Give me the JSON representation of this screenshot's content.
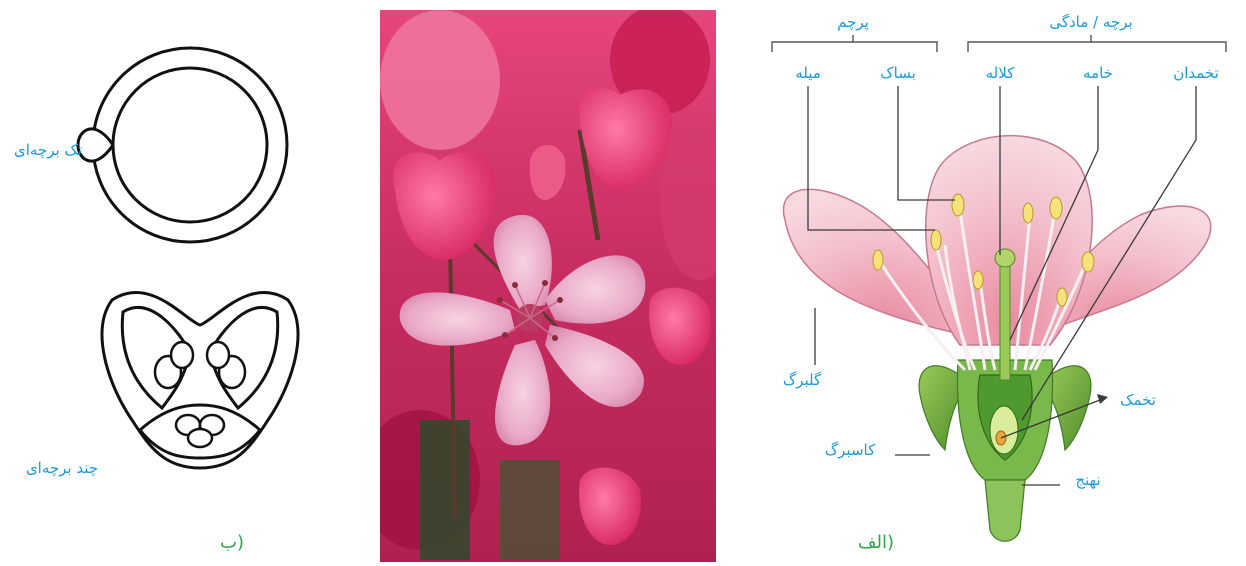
{
  "panel_b": {
    "label": "ب)",
    "single_carpel_label": "تک برچه‌ای",
    "multi_carpel_label": "چند برچه‌ای"
  },
  "panel_a": {
    "label": "الف)",
    "stamen_group": "پرچم",
    "pistil_group": "برچه / مادگی",
    "filament": "میله",
    "anther": "بساک",
    "stigma": "کلاله",
    "style": "خامه",
    "ovary": "تخمدان",
    "petal": "گلبرگ",
    "ovule": "تخمک",
    "sepal": "کاسبرگ",
    "receptacle": "نهنج"
  },
  "colors": {
    "label_blue": "#1a9ad6",
    "panel_green": "#2aa84a",
    "petal_pink": "#f0b8c4",
    "sepal_green": "#6fae3c",
    "photo_pink": "#e0306a"
  }
}
